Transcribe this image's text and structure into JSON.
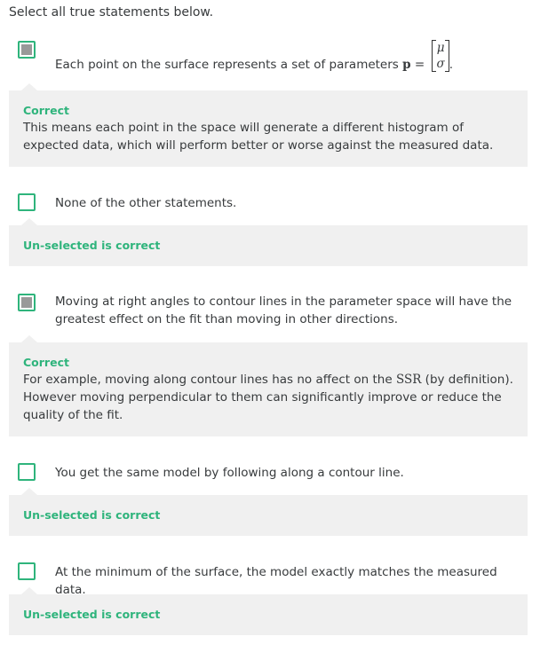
{
  "instruction": "Select all true statements below.",
  "accent_color": "#2fb47c",
  "options": [
    {
      "text": "Each point on the surface represents a set of parameters",
      "math_var": "p",
      "math_eq": "=",
      "matrix": [
        "μ",
        "σ"
      ],
      "math_end": ".",
      "checked": true,
      "feedback_title": "Correct",
      "feedback_text": "This means each point in the space will generate a different histogram of expected data, which will perform better or worse against the measured data."
    },
    {
      "text": "None of the other statements.",
      "checked": false,
      "feedback_title": "Un-selected is correct"
    },
    {
      "text": "Moving at right angles to contour lines in the parameter space will have the greatest effect on the fit than moving in other directions.",
      "checked": true,
      "feedback_title": "Correct",
      "feedback_text_before": "For example, moving along contour lines has no affect on the",
      "feedback_math": "SSR",
      "feedback_text_after": "(by definition). However moving perpendicular to them can significantly improve or reduce the quality of the fit."
    },
    {
      "text": "You get the same model by following along a contour line.",
      "checked": false,
      "feedback_title": "Un-selected is correct"
    },
    {
      "text": "At the minimum of the surface, the model exactly matches the measured data.",
      "checked": false,
      "feedback_title": "Un-selected is correct"
    }
  ]
}
